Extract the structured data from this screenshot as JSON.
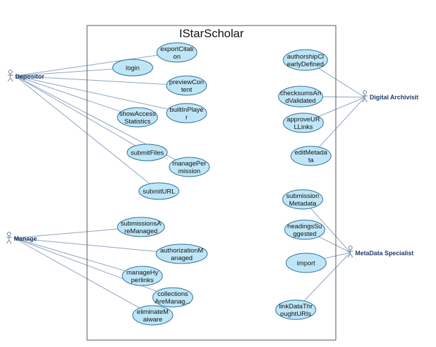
{
  "diagram": {
    "system_name": "IStarScholar",
    "actors": [
      {
        "id": "depositor",
        "label": "Depositor"
      },
      {
        "id": "manage",
        "label": "Manage"
      },
      {
        "id": "digital_archivist",
        "label": "Digital Archivisit"
      },
      {
        "id": "metadata_specialist",
        "label": "MetaData Specialist"
      }
    ],
    "use_cases": [
      {
        "id": "exportCitation",
        "lines": [
          "exportCitati",
          "on"
        ]
      },
      {
        "id": "login",
        "lines": [
          "login"
        ]
      },
      {
        "id": "previewContent",
        "lines": [
          "previewCon",
          "tent"
        ]
      },
      {
        "id": "builtInPlayer",
        "lines": [
          "builtInPlaye",
          "r"
        ]
      },
      {
        "id": "showAccessStatistics",
        "lines": [
          "showAccess",
          "Statistics"
        ]
      },
      {
        "id": "submitFiles",
        "lines": [
          "submitFiles"
        ]
      },
      {
        "id": "managePermission",
        "lines": [
          "managePer",
          "mission"
        ]
      },
      {
        "id": "submitURL",
        "lines": [
          "submitURL"
        ]
      },
      {
        "id": "submissionsAreManaged",
        "lines": [
          "submissionsA",
          "reManaged"
        ]
      },
      {
        "id": "authorizationManaged",
        "lines": [
          "authorizationM",
          "anaged"
        ]
      },
      {
        "id": "manageHyperlinks",
        "lines": [
          "manageHy",
          "perlinks"
        ]
      },
      {
        "id": "collectionsAreManaged",
        "lines": [
          "collections",
          "AreManag..."
        ]
      },
      {
        "id": "eliminateMalware",
        "lines": [
          "eliminateM",
          "aiware"
        ]
      },
      {
        "id": "authorshipClearlyDefined",
        "lines": [
          "authorshipCl",
          "earlyDefined"
        ]
      },
      {
        "id": "checksumsAndValidated",
        "lines": [
          "checksumsAn",
          "dValidated"
        ]
      },
      {
        "id": "approveURLLinks",
        "lines": [
          "approveUR",
          "LLinks"
        ]
      },
      {
        "id": "editMetadata",
        "lines": [
          "editMetada",
          "ta"
        ]
      },
      {
        "id": "submissionMetadata",
        "lines": [
          "submission",
          "Metadata"
        ]
      },
      {
        "id": "headingsSuggested",
        "lines": [
          "headingsSu",
          "ggested"
        ]
      },
      {
        "id": "import",
        "lines": [
          "import"
        ]
      },
      {
        "id": "linkDataThroughtURIs",
        "lines": [
          "linkDataThr",
          "oughtURIs"
        ]
      }
    ],
    "associations": [
      [
        "depositor",
        "exportCitation"
      ],
      [
        "depositor",
        "login"
      ],
      [
        "depositor",
        "previewContent"
      ],
      [
        "depositor",
        "builtInPlayer"
      ],
      [
        "depositor",
        "showAccessStatistics"
      ],
      [
        "depositor",
        "submitFiles"
      ],
      [
        "depositor",
        "managePermission"
      ],
      [
        "depositor",
        "submitURL"
      ],
      [
        "manage",
        "submissionsAreManaged"
      ],
      [
        "manage",
        "authorizationManaged"
      ],
      [
        "manage",
        "manageHyperlinks"
      ],
      [
        "manage",
        "collectionsAreManaged"
      ],
      [
        "manage",
        "eliminateMalware"
      ],
      [
        "digital_archivist",
        "authorshipClearlyDefined"
      ],
      [
        "digital_archivist",
        "checksumsAndValidated"
      ],
      [
        "digital_archivist",
        "approveURLLinks"
      ],
      [
        "digital_archivist",
        "editMetadata"
      ],
      [
        "metadata_specialist",
        "submissionMetadata"
      ],
      [
        "metadata_specialist",
        "headingsSuggested"
      ],
      [
        "metadata_specialist",
        "import"
      ],
      [
        "metadata_specialist",
        "linkDataThroughtURIs"
      ]
    ],
    "colors": {
      "use_case_fill": "#bfe6f7",
      "use_case_stroke": "#2b6f93",
      "line": "#8fa3bf",
      "actor": "#6e7f99",
      "boundary": "#555555"
    }
  }
}
